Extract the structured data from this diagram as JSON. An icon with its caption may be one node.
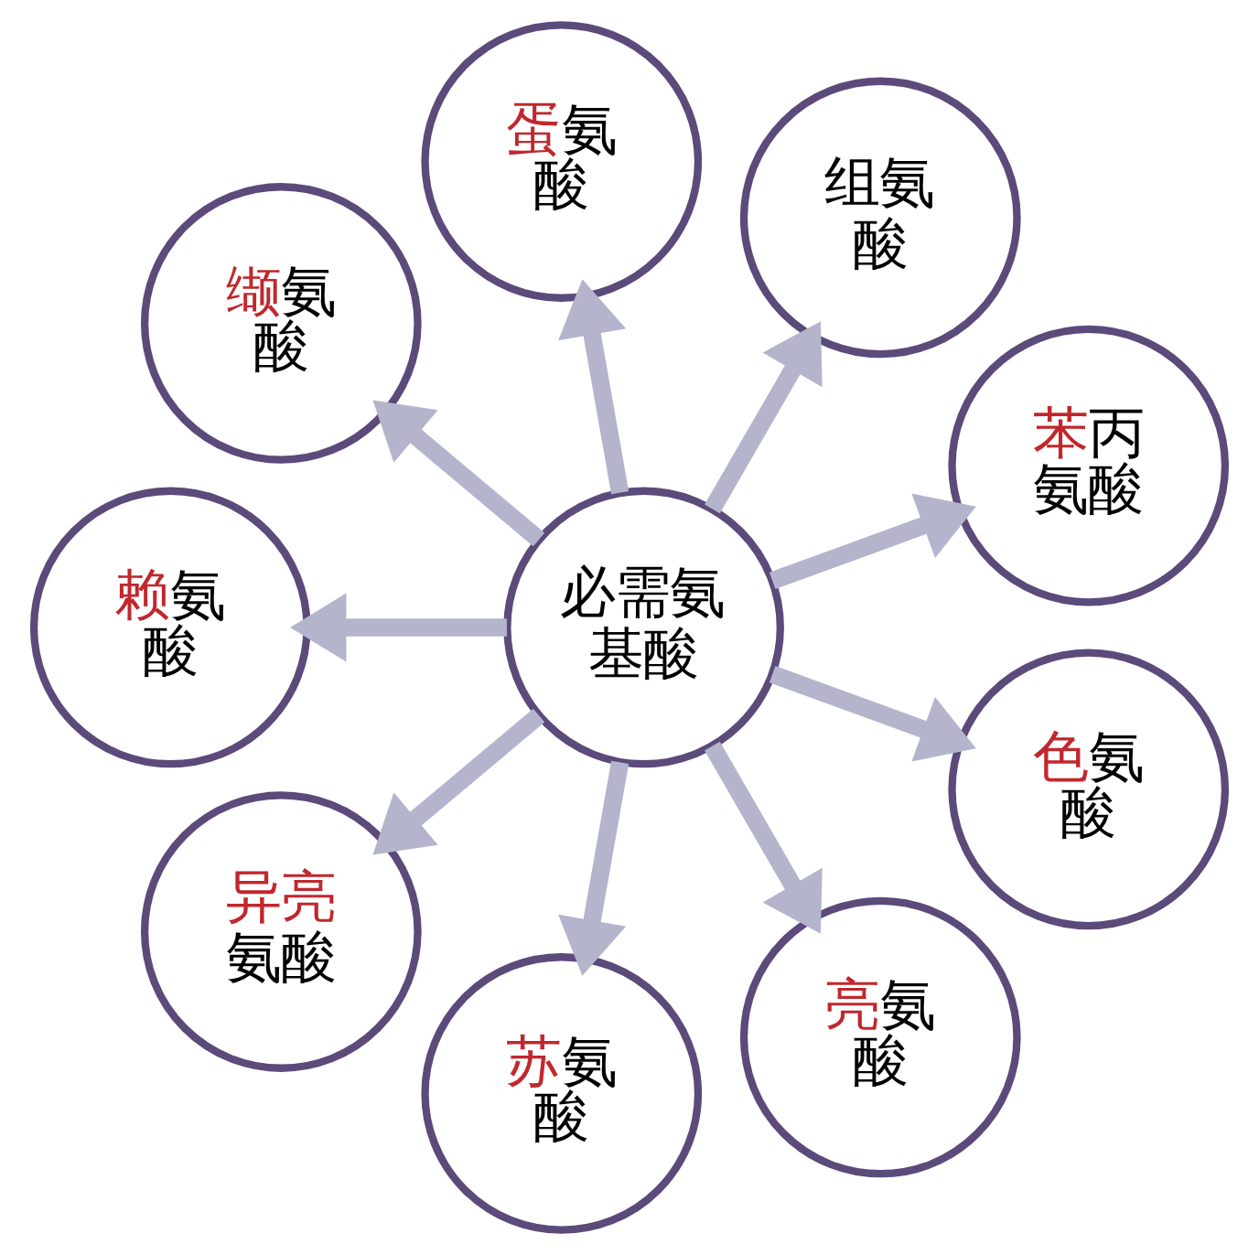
{
  "diagram": {
    "nodes": [
      {
        "text": [
          "苯丙氨酸"
        ]
      },
      {
        "text": [
          "组氨酸"
        ]
      },
      {
        "text": [
          "蛋氨酸"
        ]
      },
      {
        "text": [
          "缬氨酸"
        ]
      },
      {
        "text": [
          "必需氨基酸"
        ]
      },
      {
        "text": [
          "赖氨酸"
        ]
      },
      {
        "text": [
          "异亮氨酸"
        ]
      },
      {
        "text": [
          "苏氨酸"
        ]
      },
      {
        "text": [
          "亮氨酸"
        ]
      },
      {
        "text": [
          "色氨酸"
        ]
      }
    ],
    "edges": [
      {
        "from": 4,
        "to": 0,
        "arrow": "to"
      },
      {
        "from": 4,
        "to": 2,
        "arrow": "to"
      },
      {
        "from": 4,
        "to": 5,
        "arrow": "to"
      },
      {
        "from": 4,
        "to": 7,
        "arrow": "to"
      },
      {
        "from": 4,
        "to": 9,
        "arrow": "to"
      },
      {
        "from": 4,
        "to": 8,
        "arrow": "to"
      },
      {
        "from": 4,
        "to": 6,
        "arrow": "to"
      },
      {
        "from": 4,
        "to": 3,
        "arrow": "to"
      },
      {
        "from": 4,
        "to": 1,
        "arrow": "to"
      }
    ]
  }
}
